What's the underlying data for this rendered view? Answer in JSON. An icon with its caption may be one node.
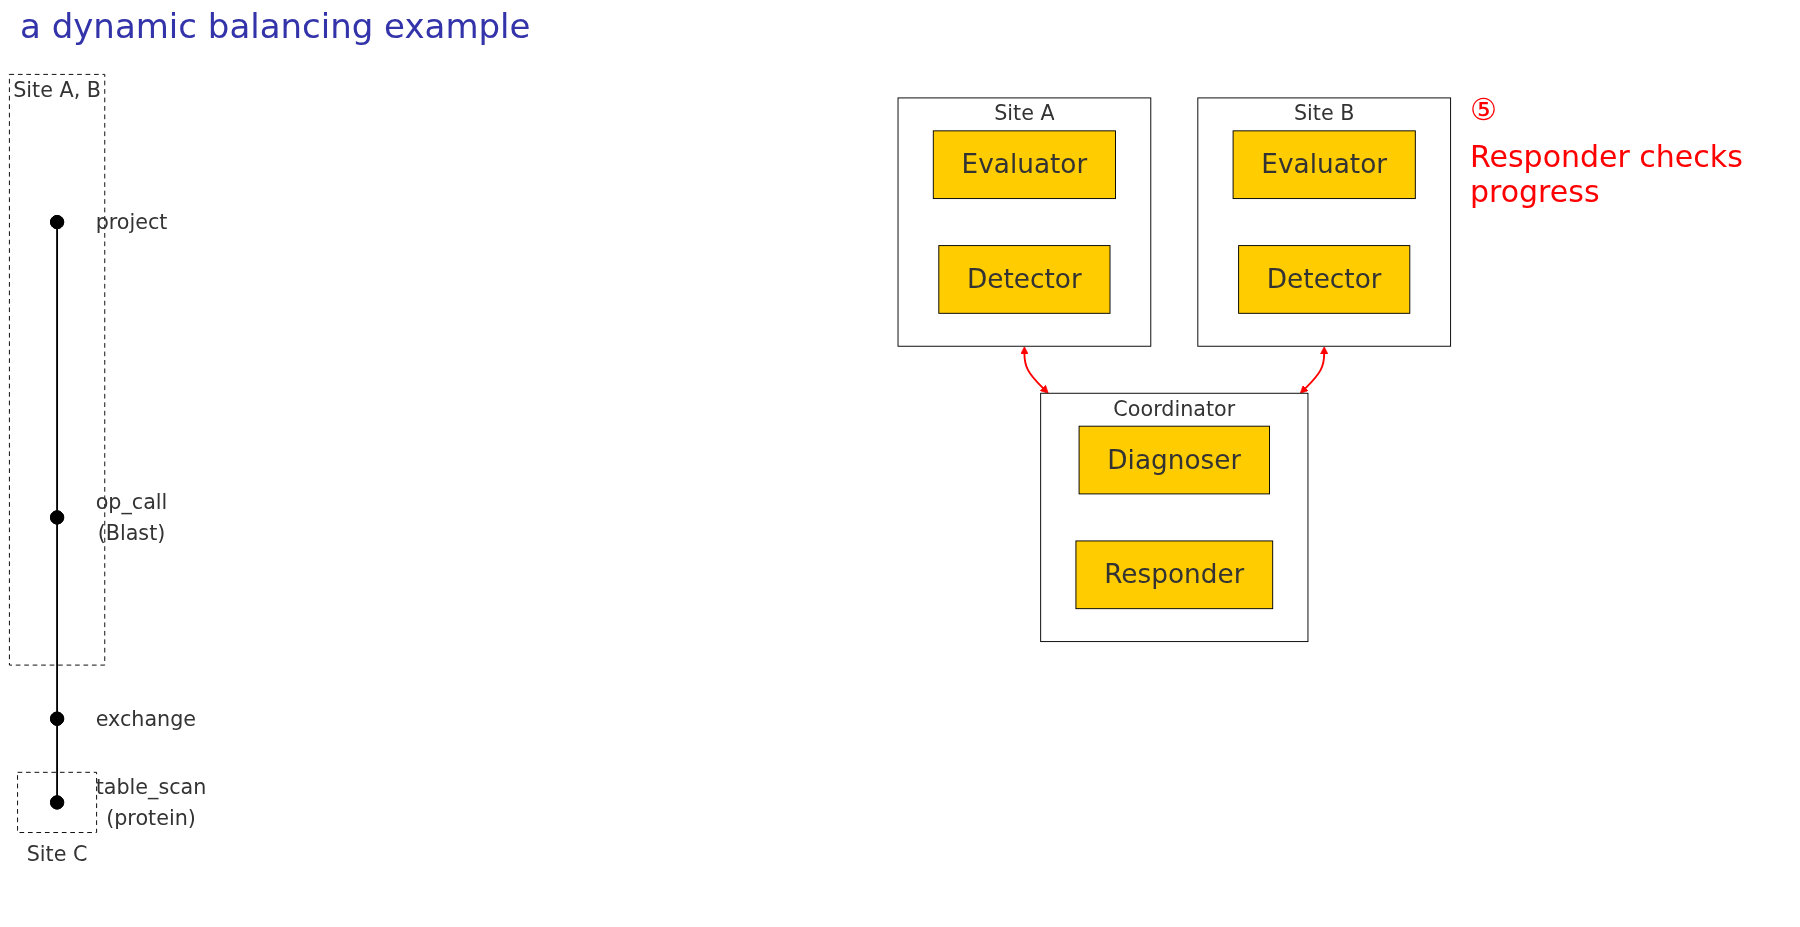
{
  "diagram": {
    "title": "a dynamic balancing example",
    "nodes": [
      {
        "text": [
          "Site A"
        ]
      },
      {
        "text": [
          "Evaluator"
        ],
        "in": 0
      },
      {
        "text": [
          "Detector"
        ],
        "in": 0
      },
      {
        "text": [
          "Site B"
        ]
      },
      {
        "text": [
          "Evaluator"
        ],
        "in": 3
      },
      {
        "text": [
          "Detector"
        ],
        "in": 3
      },
      {
        "text": [
          "Coordinator"
        ]
      },
      {
        "text": [
          "Diagnoser"
        ],
        "in": 6
      },
      {
        "text": [
          "Responder"
        ],
        "in": 6
      },
      {
        "text": [
          "Site A, B"
        ]
      },
      {
        "text": [],
        "shape": "circle",
        "beside": [
          "project"
        ],
        "in": 9
      },
      {
        "text": [],
        "shape": "circle",
        "beside": [
          "op_call",
          "(Blast)"
        ],
        "in": 9
      },
      {
        "text": [
          "Site C"
        ]
      },
      {
        "text": [],
        "shape": "circle",
        "beside": [
          "exchange"
        ]
      },
      {
        "text": [],
        "shape": "circle",
        "beside": [
          "table_scan",
          "(protein)"
        ],
        "in": 12
      }
    ],
    "edges": [
      {
        "from": 0,
        "to": 6,
        "arrow": "both",
        "color": "#ff0000"
      },
      {
        "from": 3,
        "to": 6,
        "arrow": "both",
        "color": "#ff0000"
      },
      {
        "from": 10,
        "to": 11,
        "arrow": "none"
      },
      {
        "from": 11,
        "to": 13,
        "arrow": "none"
      },
      {
        "from": 13,
        "to": 14,
        "arrow": "none"
      }
    ],
    "labels": [
      "⑤",
      "Responder checks progress"
    ]
  }
}
